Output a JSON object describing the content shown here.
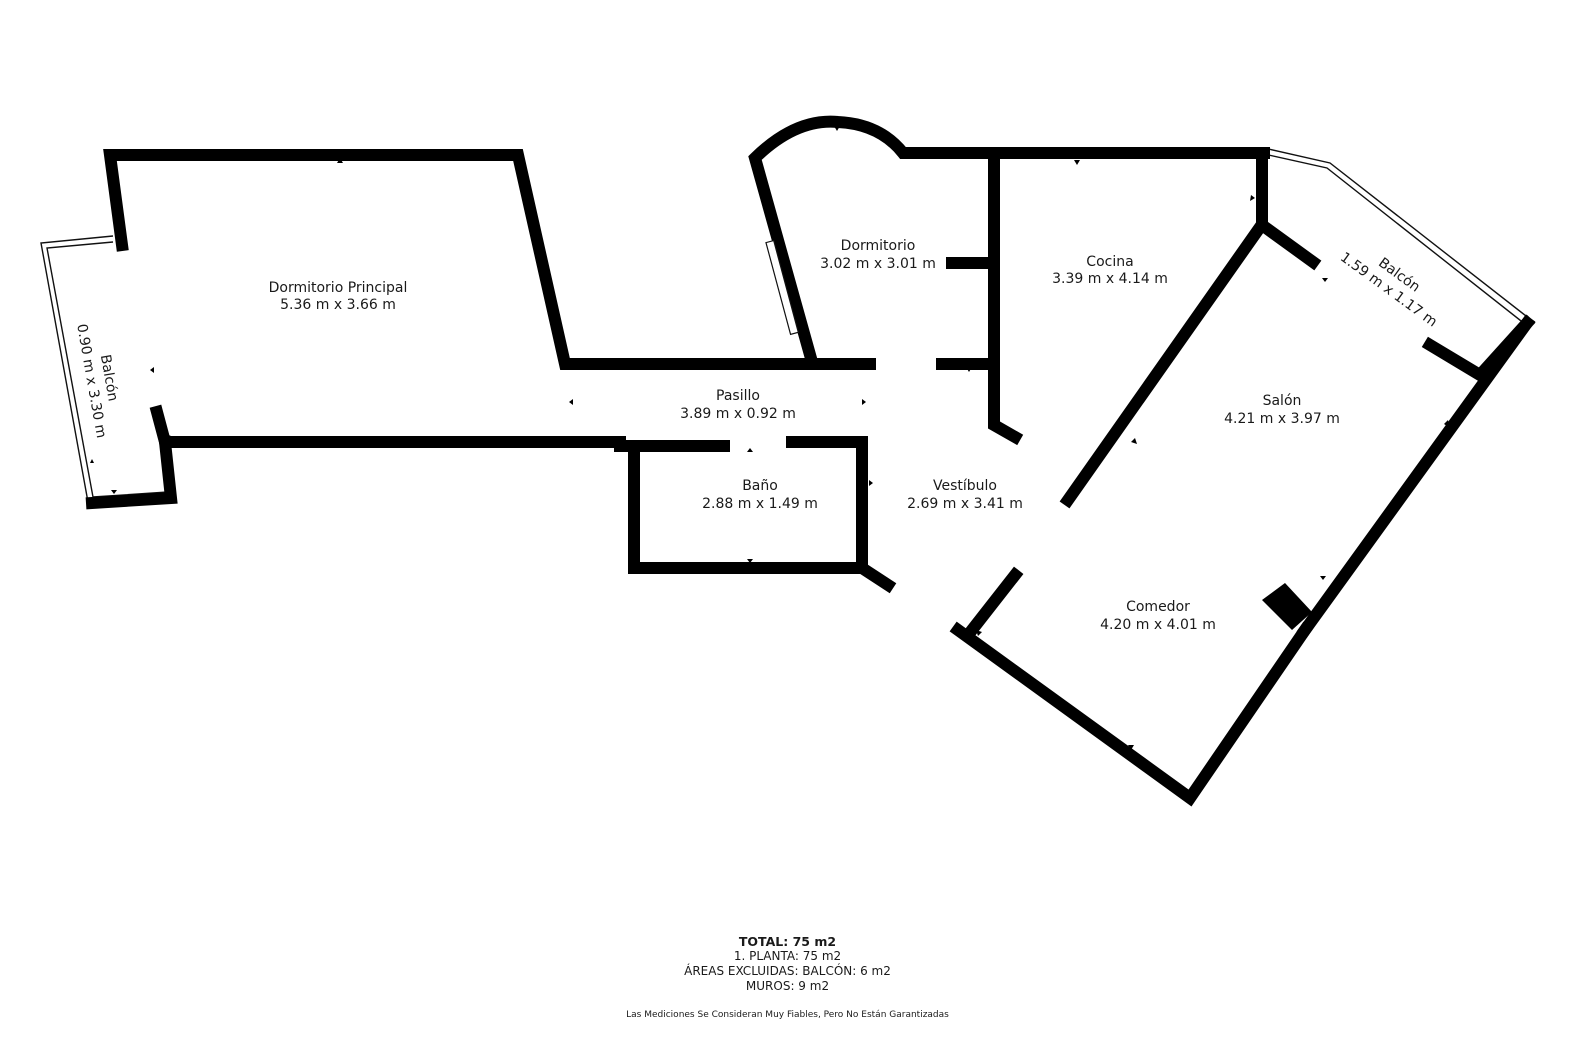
{
  "rooms": {
    "dormitorio_principal": {
      "name": "Dormitorio Principal",
      "dims": "5.36 m x 3.66 m"
    },
    "balcon_left": {
      "name": "Balcón",
      "dims": "0.90 m x 3.30 m"
    },
    "dormitorio": {
      "name": "Dormitorio",
      "dims": "3.02 m x 3.01 m"
    },
    "cocina": {
      "name": "Cocina",
      "dims": "3.39 m x 4.14 m"
    },
    "balcon_right": {
      "name": "Balcón",
      "dims": "1.59 m x 1.17 m"
    },
    "salon": {
      "name": "Salón",
      "dims": "4.21 m x 3.97 m"
    },
    "pasillo": {
      "name": "Pasillo",
      "dims": "3.89 m x 0.92 m"
    },
    "bano": {
      "name": "Baño",
      "dims": "2.88 m x 1.49 m"
    },
    "vestibulo": {
      "name": "Vestíbulo",
      "dims": "2.69 m x 3.41 m"
    },
    "comedor": {
      "name": "Comedor",
      "dims": "4.20 m x 4.01 m"
    }
  },
  "summary": {
    "total": "TOTAL: 75 m2",
    "planta": "1. PLANTA: 75 m2",
    "excluded": "ÁREAS EXCLUIDAS: BALCÓN: 6 m2",
    "muros": "MUROS: 9 m2"
  },
  "disclaimer": "Las Mediciones Se Consideran Muy Fiables, Pero No Están Garantizadas"
}
